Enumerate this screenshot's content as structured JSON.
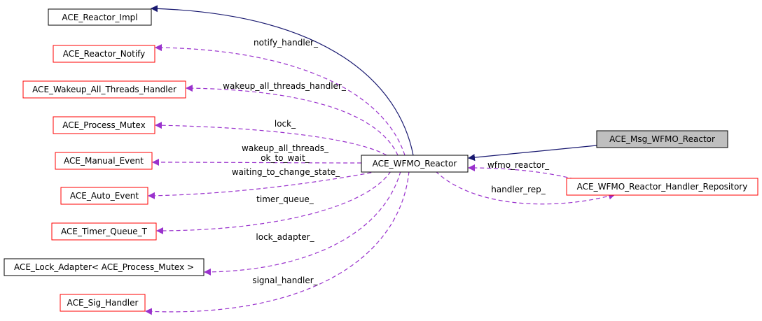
{
  "nodes": {
    "reactor_impl": {
      "label": "ACE_Reactor_Impl",
      "style": "plain"
    },
    "reactor_notify": {
      "label": "ACE_Reactor_Notify",
      "style": "red"
    },
    "wakeup_handler": {
      "label": "ACE_Wakeup_All_Threads_Handler",
      "style": "red"
    },
    "process_mutex": {
      "label": "ACE_Process_Mutex",
      "style": "red"
    },
    "manual_event": {
      "label": "ACE_Manual_Event",
      "style": "red"
    },
    "auto_event": {
      "label": "ACE_Auto_Event",
      "style": "red"
    },
    "timer_queue": {
      "label": "ACE_Timer_Queue_T",
      "style": "red"
    },
    "lock_adapter": {
      "label": "ACE_Lock_Adapter< ACE_Process_Mutex >",
      "style": "plain"
    },
    "sig_handler": {
      "label": "ACE_Sig_Handler",
      "style": "red"
    },
    "wfmo_reactor": {
      "label": "ACE_WFMO_Reactor",
      "style": "plain"
    },
    "msg_wfmo_reactor": {
      "label": "ACE_Msg_WFMO_Reactor",
      "style": "highlight"
    },
    "handler_repository": {
      "label": "ACE_WFMO_Reactor_Handler_Repository",
      "style": "red"
    }
  },
  "edges": {
    "notify_handler": "notify_handler_",
    "wakeup_all_threads_handler": "wakeup_all_threads_handler_",
    "lock": "lock_",
    "wakeup_all_threads": "wakeup_all_threads_",
    "ok_to_wait": "ok_to_wait_",
    "waiting_to_change_state": "waiting_to_change_state_",
    "timer_queue": "timer_queue_",
    "lock_adapter": "lock_adapter_",
    "signal_handler": "signal_handler_",
    "wfmo_reactor": "wfmo_reactor_",
    "handler_rep": "handler_rep_"
  },
  "colors": {
    "inheritance": "#191970",
    "usage": "#9a32cd",
    "red_border": "#ff0000",
    "plain_border": "#000000",
    "highlight_fill": "#bfbfbf"
  }
}
